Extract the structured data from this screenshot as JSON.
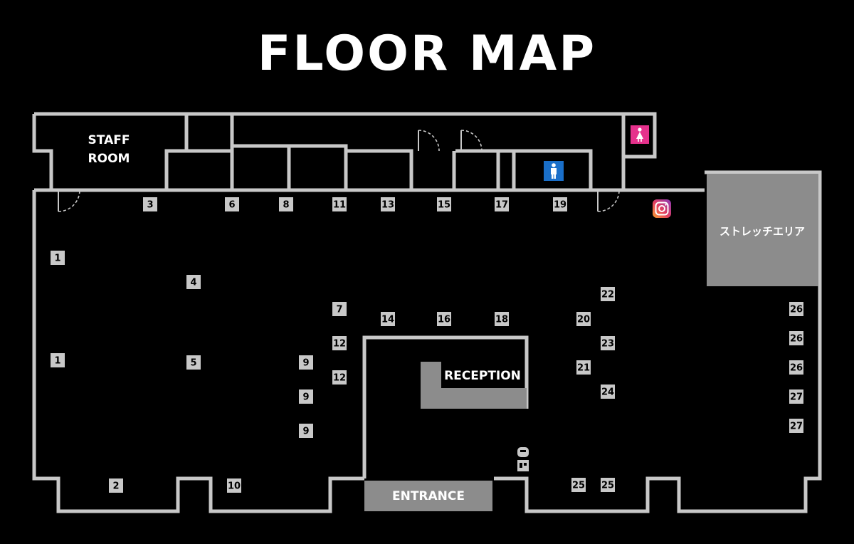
{
  "title": "FLOOR MAP",
  "labels": {
    "staff_room_line1": "STAFF",
    "staff_room_line2": "ROOM",
    "stretch_area": "ストレッチエリア",
    "reception": "RECEPTION",
    "entrance": "ENTRANCE"
  },
  "icons": {
    "womens_restroom": "female-restroom-icon",
    "mens_restroom": "male-restroom-icon",
    "instagram": "instagram-icon",
    "water_fountain": "water-fountain-icon",
    "vending": "vending-icon"
  },
  "colors": {
    "background": "#000000",
    "wall": "#c8c8c8",
    "area_fill": "#8c8c8c",
    "womens": "#e6318c",
    "mens": "#1a6fc9"
  },
  "machines": [
    {
      "num": "1"
    },
    {
      "num": "1"
    },
    {
      "num": "2"
    },
    {
      "num": "3"
    },
    {
      "num": "4"
    },
    {
      "num": "5"
    },
    {
      "num": "6"
    },
    {
      "num": "7"
    },
    {
      "num": "8"
    },
    {
      "num": "9"
    },
    {
      "num": "9"
    },
    {
      "num": "9"
    },
    {
      "num": "10"
    },
    {
      "num": "11"
    },
    {
      "num": "12"
    },
    {
      "num": "12"
    },
    {
      "num": "13"
    },
    {
      "num": "14"
    },
    {
      "num": "15"
    },
    {
      "num": "16"
    },
    {
      "num": "17"
    },
    {
      "num": "18"
    },
    {
      "num": "19"
    },
    {
      "num": "20"
    },
    {
      "num": "21"
    },
    {
      "num": "22"
    },
    {
      "num": "23"
    },
    {
      "num": "24"
    },
    {
      "num": "25"
    },
    {
      "num": "25"
    },
    {
      "num": "26"
    },
    {
      "num": "26"
    },
    {
      "num": "26"
    },
    {
      "num": "27"
    },
    {
      "num": "27"
    }
  ]
}
